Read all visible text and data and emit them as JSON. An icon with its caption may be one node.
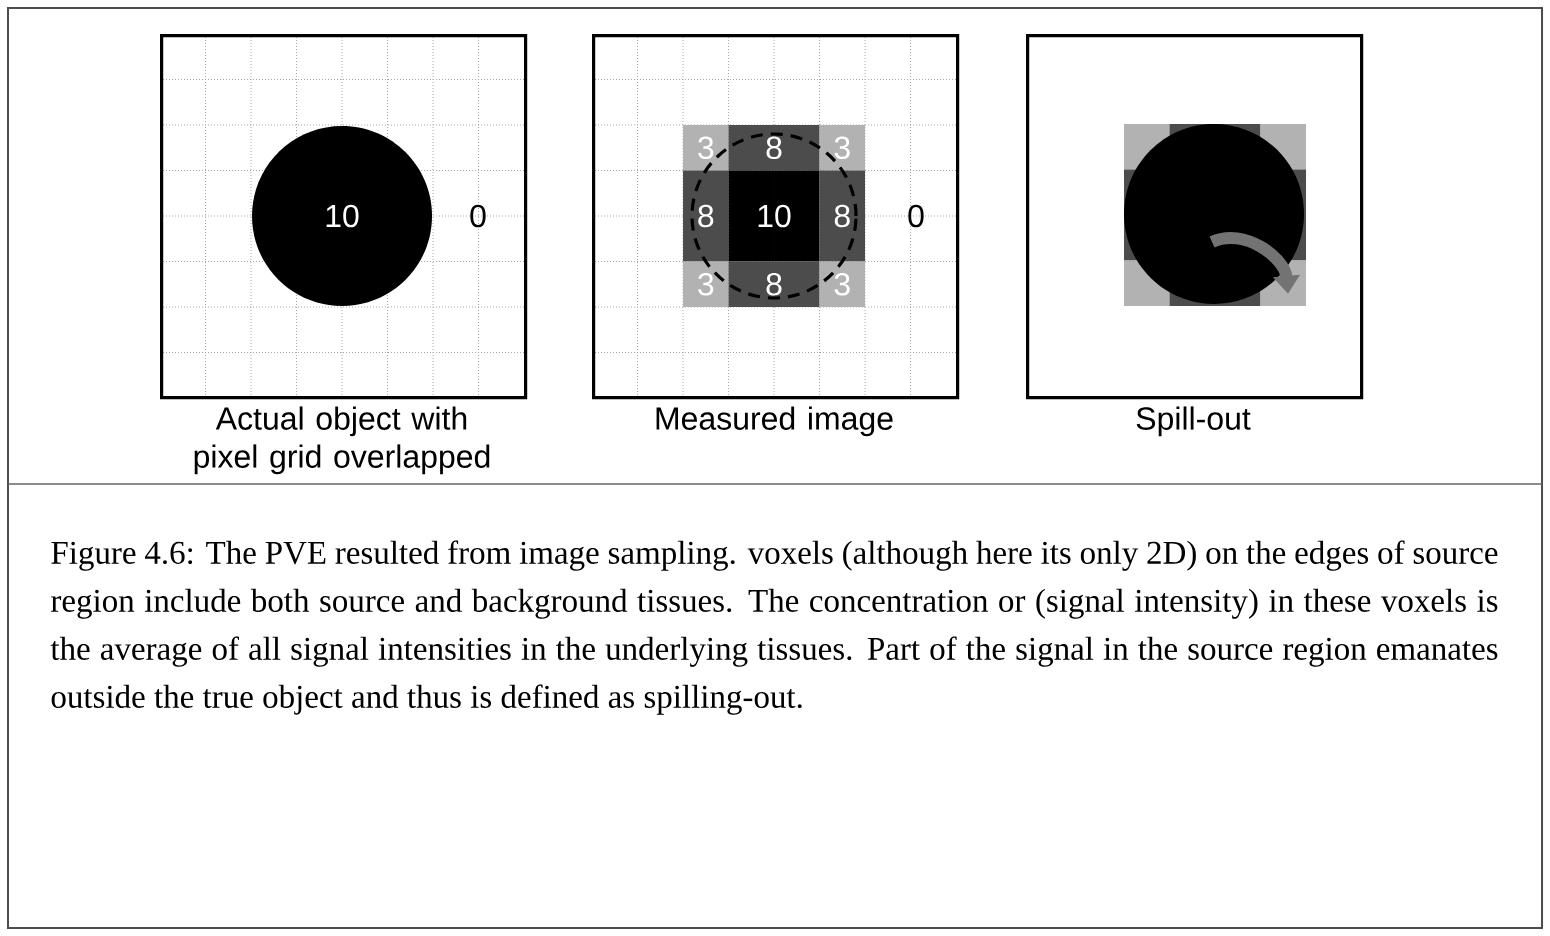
{
  "diagram": {
    "caption": "Figure 4.6: The PVE resulted from image sampling. voxels (although here its only 2D) on the edges of source region include both source and background tissues. The concentration or (signal intensity) in these voxels is the average of all signal intensities in the underlying tissues. Part of the signal in the source region emanates outside the true object and thus is defined as spilling-out.",
    "nodes": [
      {
        "text": [
          "Actual object with pixel grid overlapped"
        ]
      },
      {
        "text": [
          "Measured image"
        ]
      },
      {
        "text": [
          "Spill-out"
        ]
      }
    ],
    "labels": [
      "10",
      "0",
      "3",
      "8",
      "3",
      "8",
      "10",
      "8",
      "0",
      "3",
      "8",
      "3"
    ]
  }
}
